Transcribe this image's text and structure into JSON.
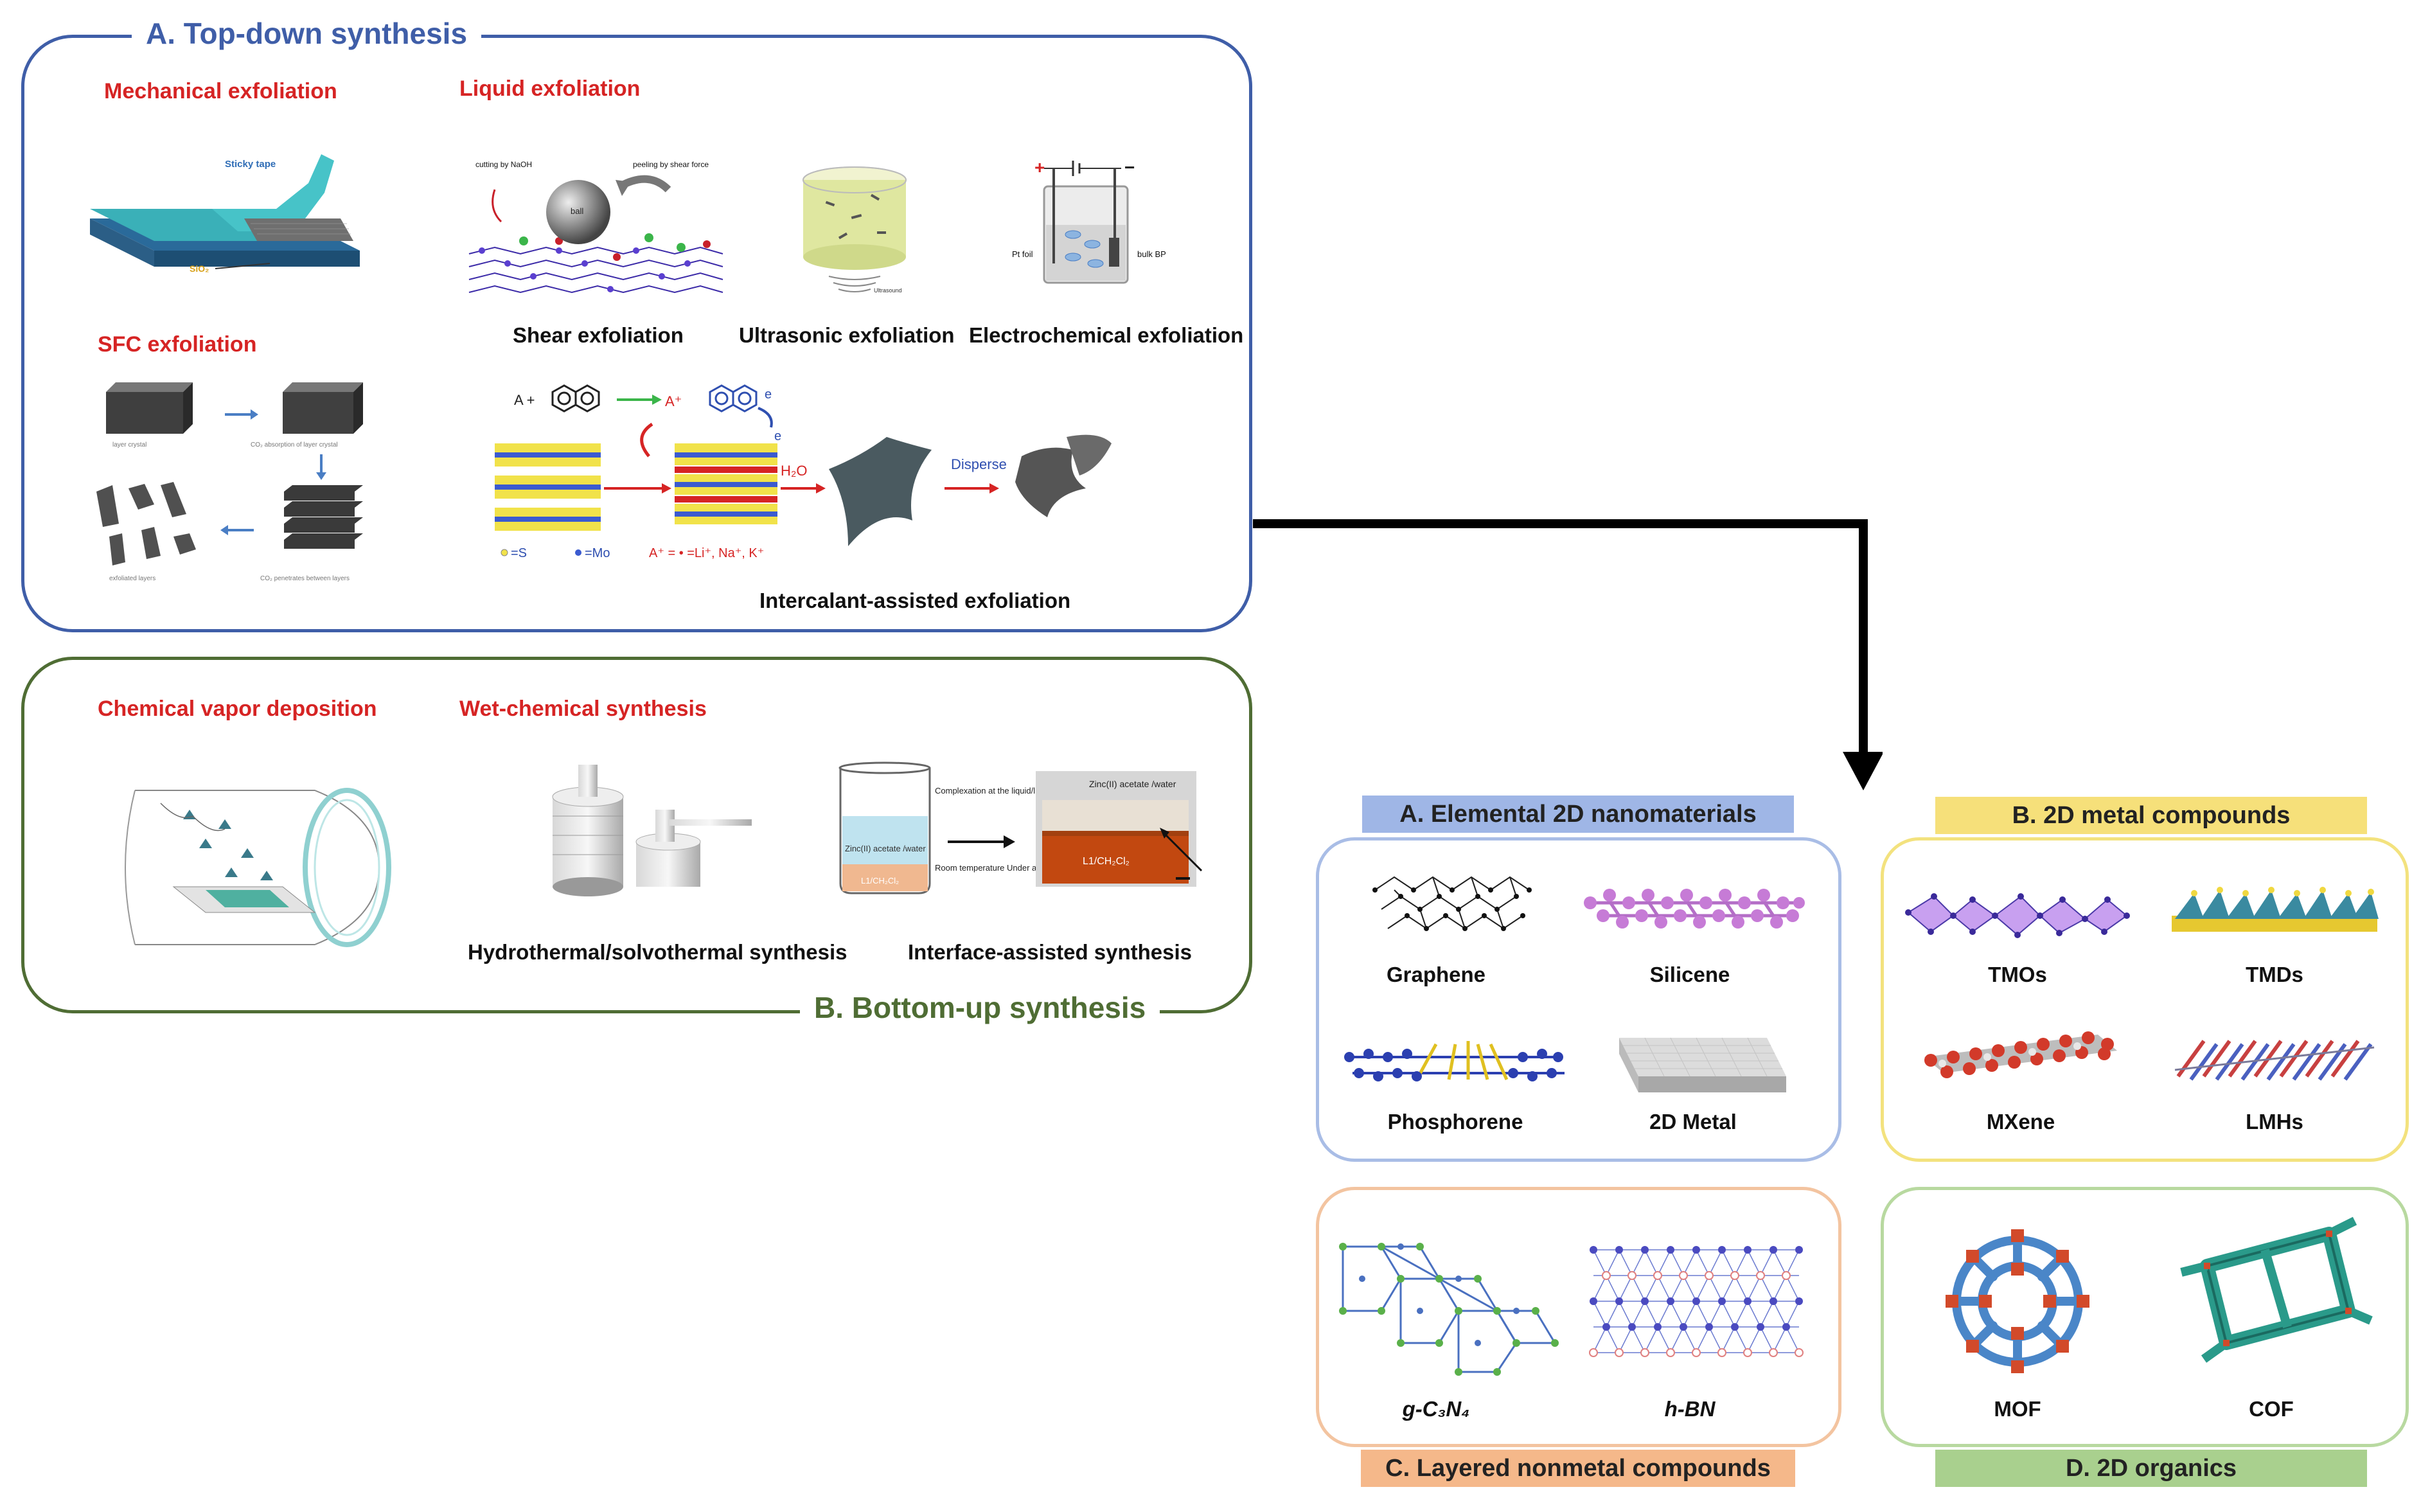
{
  "top_down": {
    "title": "A. Top-down synthesis",
    "mechanical": {
      "heading": "Mechanical exfoliation",
      "tape_label": "Sticky tape",
      "sio2_label": "SiO₂"
    },
    "liquid": {
      "heading": "Liquid exfoliation",
      "shear": {
        "caption": "Shear exfoliation",
        "cutting_label": "cutting by NaOH",
        "peeling_label": "peeling by shear force",
        "ball_label": "ball"
      },
      "ultrasonic": {
        "caption": "Ultrasonic exfoliation",
        "ultrasound_label": "Ultrasound"
      },
      "electrochemical": {
        "caption": "Electrochemical exfoliation",
        "pt_label": "Pt foil",
        "bulk_label": "bulk BP"
      }
    },
    "sfc": {
      "heading": "SFC exfoliation",
      "step1": "layer crystal",
      "step2": "CO₂ absorption of layer crystal",
      "step3": "CO₂ penetrates between layers",
      "step4": "exfoliated layers"
    },
    "intercalant": {
      "caption": "Intercalant-assisted exfoliation",
      "a_plus": "A +",
      "a_ion": "A⁺",
      "e1": "e",
      "e2": "e",
      "h2o": "H₂O",
      "disperse": "Disperse",
      "legend_s": "=S",
      "legend_mo": "=Mo",
      "legend_a": "A⁺ = • =Li⁺, Na⁺, K⁺"
    }
  },
  "bottom_up": {
    "title": "B. Bottom-up synthesis",
    "cvd": {
      "heading": "Chemical vapor deposition"
    },
    "wet": {
      "heading": "Wet-chemical synthesis",
      "hydro_caption": "Hydrothermal/solvothermal synthesis",
      "interface_caption": "Interface-assisted synthesis",
      "complexation": "Complexation at the liquid/liquid interface",
      "room_temp": "Room temperature Under air",
      "beaker_label": "Zinc(II) acetate /water",
      "beaker_bottom": "L1/CH₂Cl₂",
      "photo_top": "Zinc(II) acetate /water",
      "photo_bottom": "L1/CH₂Cl₂"
    }
  },
  "categories": {
    "elemental": {
      "title": "A. Elemental 2D nanomaterials",
      "items": [
        "Graphene",
        "Silicene",
        "Phosphorene",
        "2D Metal"
      ]
    },
    "metal": {
      "title": "B. 2D metal compounds",
      "items": [
        "TMOs",
        "TMDs",
        "MXene",
        "LMHs"
      ]
    },
    "nonmetal": {
      "title": "C. Layered nonmetal compounds",
      "items": [
        "g-C₃N₄",
        "h-BN"
      ]
    },
    "organics": {
      "title": "D. 2D organics",
      "items": [
        "MOF",
        "COF"
      ]
    }
  },
  "colors": {
    "top_down_frame": "#3f5ea8",
    "bottom_up_frame": "#4f6d34",
    "heading_red": "#d62424",
    "elemental_banner": "#9fb6e6",
    "elemental_border": "#a9bde6",
    "metal_banner": "#f6e07a",
    "metal_border": "#f3e27e",
    "nonmetal_banner": "#f5b88a",
    "nonmetal_border": "#f3c4a0",
    "organics_banner": "#a9d08e",
    "organics_border": "#b8d9a0"
  }
}
